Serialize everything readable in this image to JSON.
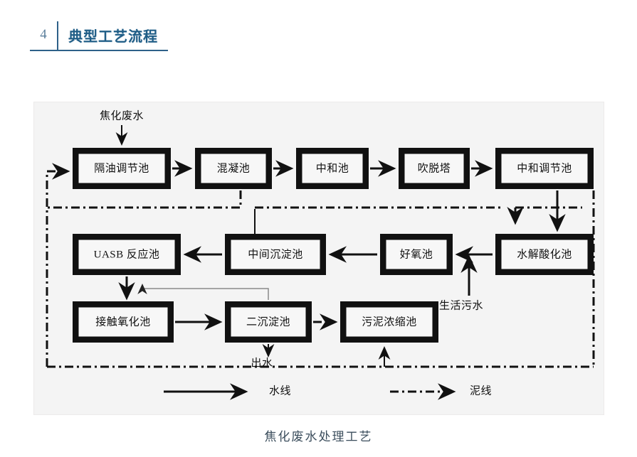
{
  "header": {
    "number": "4",
    "title": "典型工艺流程"
  },
  "figure": {
    "caption": "焦化废水处理工艺",
    "inputs": {
      "influent": "焦化废水",
      "domestic_sewage": "生活污水"
    },
    "outputs": {
      "effluent": "出水"
    },
    "boxes": [
      {
        "id": "oil-separation-equalization",
        "label": "隔油调节池"
      },
      {
        "id": "coagulation",
        "label": "混凝池"
      },
      {
        "id": "neutralization",
        "label": "中和池"
      },
      {
        "id": "stripping-tower",
        "label": "吹脱塔"
      },
      {
        "id": "neutralization-equalization",
        "label": "中和调节池"
      },
      {
        "id": "hydrolysis-acidification",
        "label": "水解酸化池"
      },
      {
        "id": "aerobic",
        "label": "好氧池"
      },
      {
        "id": "intermediate-sedimentation",
        "label": "中间沉淀池"
      },
      {
        "id": "uasb-reactor",
        "label": "UASB 反应池"
      },
      {
        "id": "contact-oxidation",
        "label": "接触氧化池"
      },
      {
        "id": "secondary-sedimentation",
        "label": "二沉淀池"
      },
      {
        "id": "sludge-thickener",
        "label": "污泥浓缩池"
      }
    ],
    "legend": [
      {
        "id": "water-line",
        "label": "水线",
        "style": "solid"
      },
      {
        "id": "sludge-line",
        "label": "泥线",
        "style": "dash-dot"
      }
    ]
  },
  "colors": {
    "header_title": "#1f5d86",
    "header_number": "#5b7f9c",
    "header_rule": "#2e6189",
    "panel_bg": "#f4f4f4",
    "line": "#111111",
    "caption": "#3b4d5c"
  }
}
